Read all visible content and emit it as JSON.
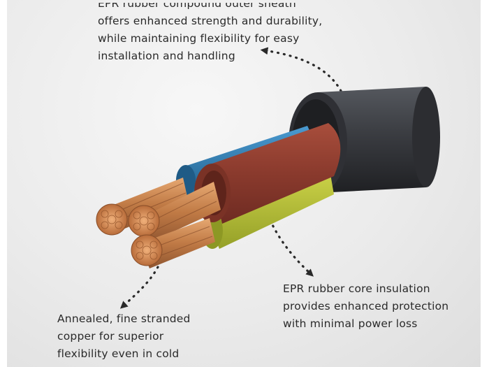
{
  "captions": {
    "sheath": {
      "lines": [
        "EPR rubber compound outer sheath",
        "offers enhanced strength and durability,",
        "while maintaining flexibility for easy",
        "installation and handling"
      ]
    },
    "insulation": {
      "lines": [
        "EPR rubber core insulation",
        "provides enhanced protection",
        "with minimal power loss"
      ]
    },
    "copper": {
      "lines": [
        "Annealed, fine stranded",
        "copper  for superior",
        "flexibility even in cold"
      ]
    }
  },
  "colors": {
    "sheath": "#3b3d42",
    "core_brown": "#8c3b2e",
    "core_blue": "#2f78a8",
    "core_yellow": "#b8c23a",
    "copper": "#d9935c",
    "background": "#ececec"
  }
}
